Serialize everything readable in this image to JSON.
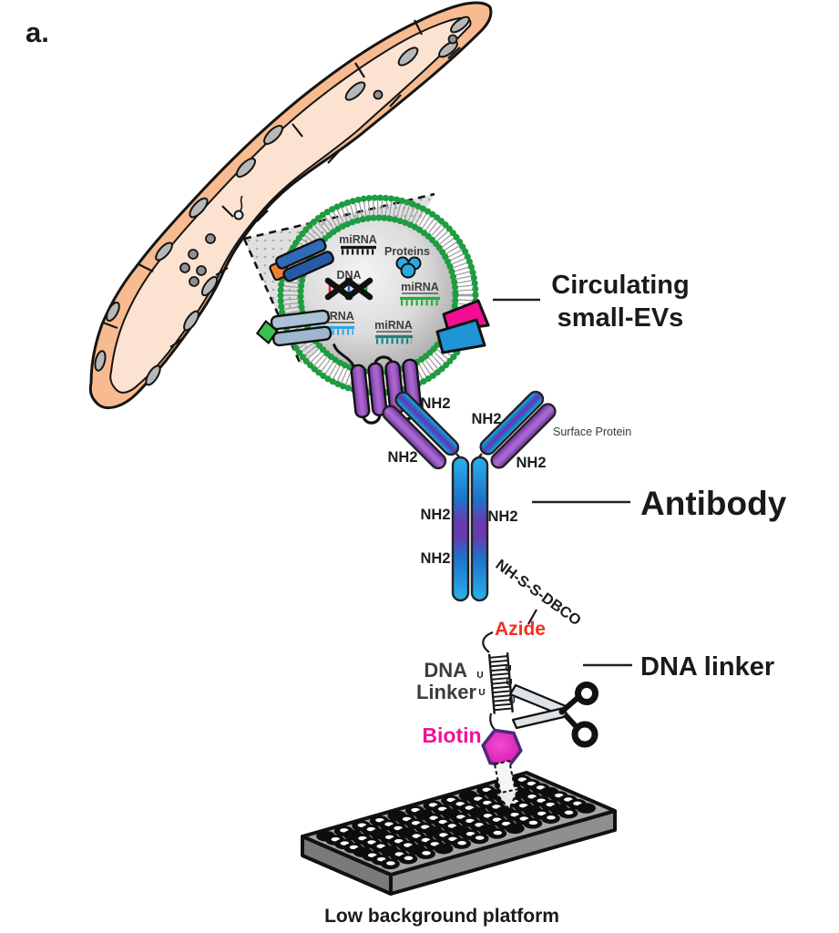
{
  "figure": {
    "panel_label": "a."
  },
  "vesicle": {
    "callout_line1": "Circulating",
    "callout_line2": "small-EVs",
    "mirna_label": "miRNA",
    "dna_label": "DNA",
    "proteins_label": "Proteins"
  },
  "antibody": {
    "callout": "Antibody",
    "nh2_label": "NH2",
    "surface_protein_label": "Surface Protein",
    "dbco_label": "NH-S-S-DBCO"
  },
  "linker": {
    "callout": "DNA linker",
    "azide_label": "Azide",
    "left_label_line1": "DNA",
    "left_label_line2": "Linker",
    "uracil_label": "U",
    "biotin_label": "Biotin"
  },
  "platform": {
    "caption": "Low background platform"
  },
  "colors": {
    "membrane_green": "#1e9c40",
    "mirna_green": "#1faf3c",
    "mirna_blue": "#2ba8e8",
    "mirna_teal": "#17837c",
    "protein_blue": "#29a9e2",
    "antibody_blue": "#1d72ca",
    "antibody_purple": "#7c3aa8",
    "azide_red": "#f53020",
    "biotin_magenta": "#f2109a",
    "vessel_wall": "#f7bb8f",
    "vessel_lumen": "#fce2d1",
    "plate_gray": "#a6a6a6"
  }
}
